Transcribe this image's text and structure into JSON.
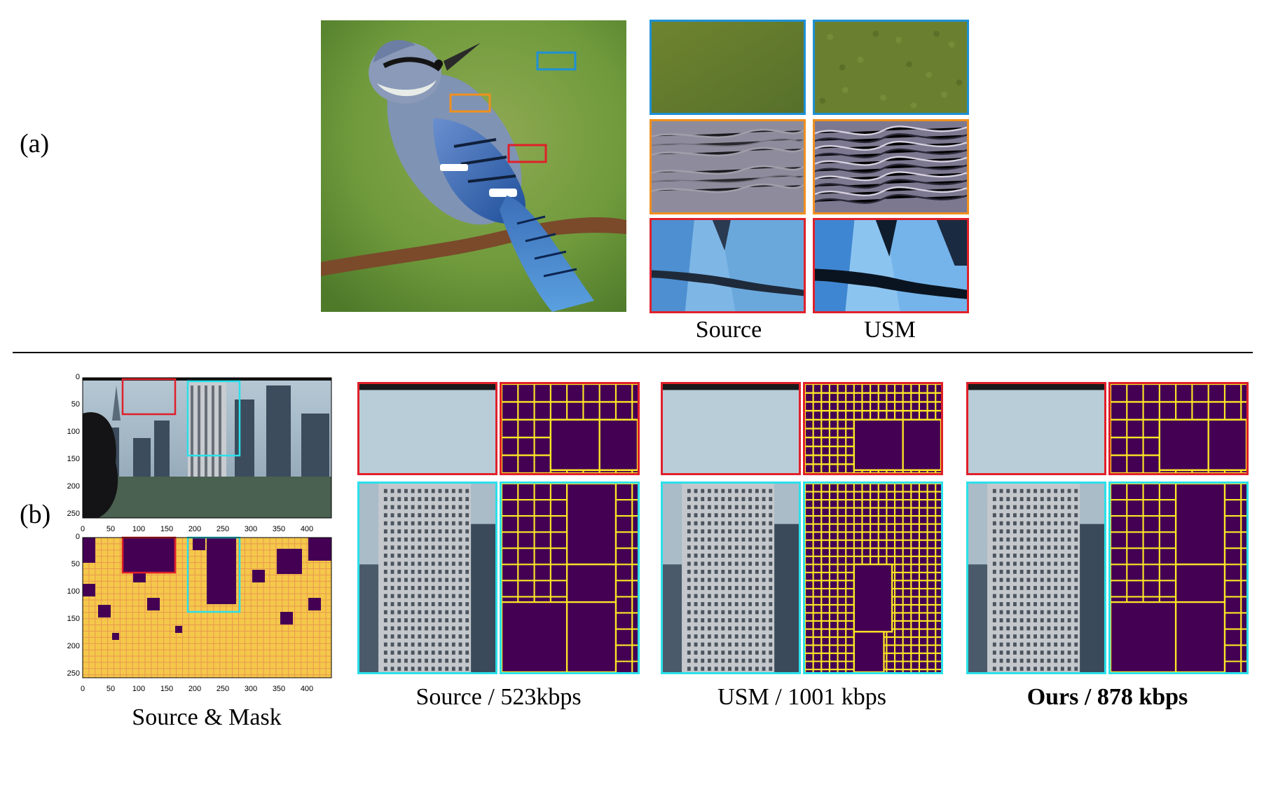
{
  "panel_a": {
    "label": "(a)",
    "captions": {
      "source": "Source",
      "usm": "USM"
    }
  },
  "panel_b": {
    "label": "(b)",
    "left_caption": "Source & Mask",
    "captions": [
      {
        "text": "Source / 523kbps",
        "bold": false
      },
      {
        "text": "USM / 1001 kbps",
        "bold": false
      },
      {
        "text": "Ours / 878 kbps",
        "bold": true
      }
    ],
    "x_ticks": [
      "0",
      "50",
      "100",
      "150",
      "200",
      "250",
      "300",
      "350",
      "400"
    ],
    "y_ticks": [
      "0",
      "50",
      "100",
      "150",
      "200",
      "250"
    ]
  },
  "colors": {
    "blue_box": "#1e90d6",
    "orange_box": "#f0901e",
    "red_box": "#e0202a",
    "cyan_box": "#2be0ea",
    "mask_fill": "#440154",
    "mask_grid": "#fde725"
  }
}
